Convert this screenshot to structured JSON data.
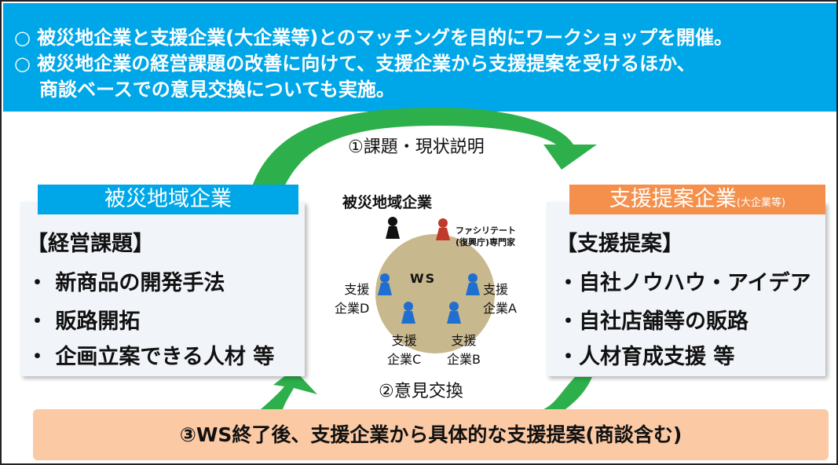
{
  "header": {
    "line1": "○ 被災地企業と支援企業(大企業等)とのマッチングを目的にワークショップを開催。",
    "line2": "○ 被災地企業の経営課題の改善に向けて、支援企業から支援提案を受けるほか、",
    "line3": "商談ベースでの意見交換についても実施。"
  },
  "left_box": {
    "tag": "被災地域企業",
    "heading": "【経営課題】",
    "items": [
      "・ 新商品の開発手法",
      "・ 販路開拓",
      "・ 企画立案できる人材 等"
    ]
  },
  "right_box": {
    "tag": "支援提案企業",
    "tag_small": "(大企業等)",
    "heading": "【支援提案】",
    "items": [
      "・自社ノウハウ・アイデア",
      "・自社店舗等の販路",
      "・人材育成支援 等"
    ]
  },
  "center": {
    "step1": "①課題・現状説明",
    "step2": "②意見交換",
    "victim": "被災地域企業",
    "facilitator_line1": "ファシリテート",
    "facilitator_line2": "(復興庁)専門家",
    "ws": "WS",
    "support_a": [
      "支援",
      "企業A"
    ],
    "support_b": [
      "支援",
      "企業B"
    ],
    "support_c": [
      "支援",
      "企業C"
    ],
    "support_d": [
      "支援",
      "企業D"
    ]
  },
  "bottom": {
    "text": "③WS終了後、支援企業から具体的な支援提案(商談含む)"
  },
  "colors": {
    "header_bg": "#00a7e8",
    "left_tag_bg": "#00a7e8",
    "right_tag_bg": "#f4904c",
    "bottom_bg": "#fbc9a4",
    "arrow_green": "#2db04b",
    "circle_fill": "#c8b88e",
    "person_black": "#111111",
    "person_red": "#c0392b",
    "person_blue": "#1f6fd1"
  }
}
